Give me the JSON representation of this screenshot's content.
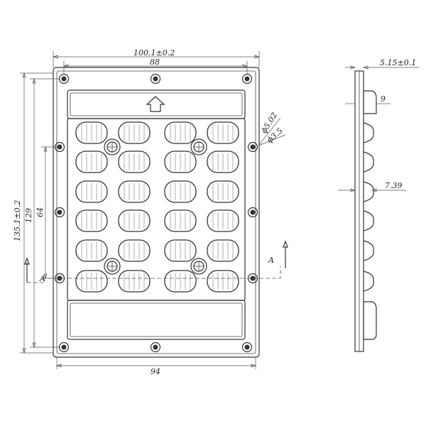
{
  "front_view": {
    "dims": {
      "outer_width": "100.1±0.2",
      "hole_pitch_x": "88",
      "bottom_width": "94",
      "outer_height": "135.1±0.2",
      "hole_pitch_y": "129",
      "center_pitch": "64",
      "hole_outer": "ϕ5.02",
      "hole_inner": "ϕ3.5"
    },
    "section_marker": "A",
    "top_arrow": "arrow-up-icon",
    "lens_rows": 6,
    "lens_cols": 4
  },
  "side_view": {
    "dims": {
      "thickness": "5.15±0.1",
      "lens_height": "9",
      "lens_pitch": "7.39"
    }
  }
}
